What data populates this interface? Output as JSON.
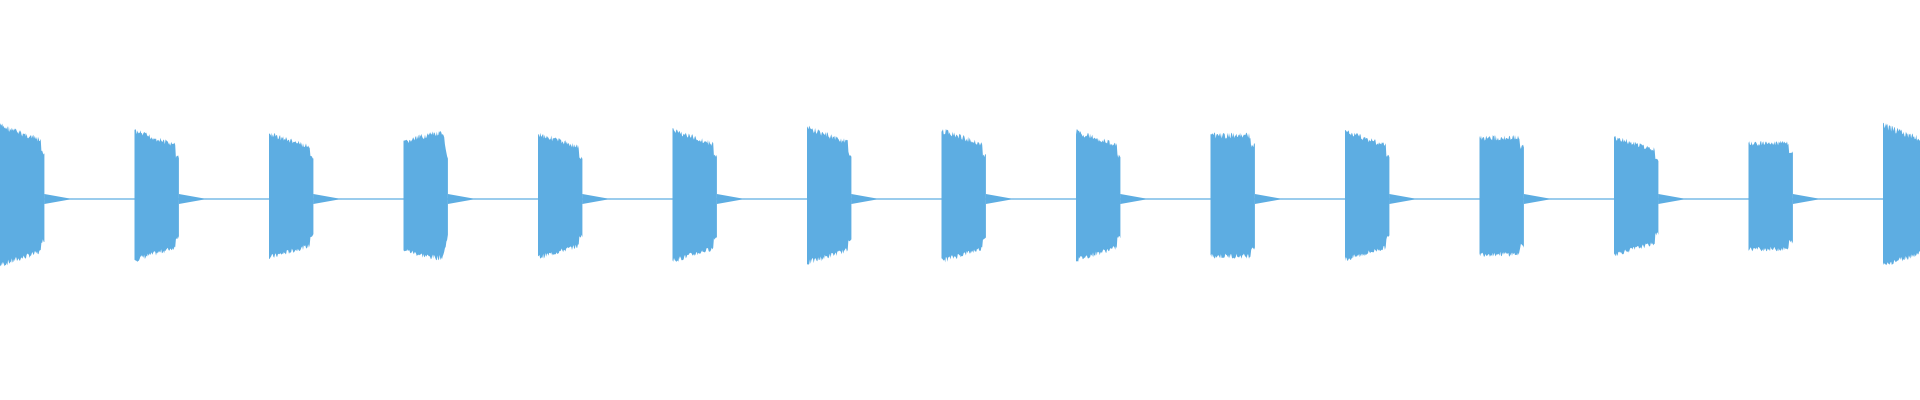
{
  "waveform": {
    "color": "#5dade2",
    "amplitude_range": [
      -1,
      1
    ],
    "pulse_count": 15,
    "pulse_period_seconds": 1.0,
    "pulse_duration_seconds": 0.33,
    "pulses": [
      {
        "index": 0,
        "peak": 0.62,
        "shape": "fade-out"
      },
      {
        "index": 1,
        "peak": 0.57,
        "shape": "fade-out"
      },
      {
        "index": 2,
        "peak": 0.55,
        "shape": "fade-out"
      },
      {
        "index": 3,
        "peak": 0.55,
        "shape": "rounded"
      },
      {
        "index": 4,
        "peak": 0.55,
        "shape": "fade-out"
      },
      {
        "index": 5,
        "peak": 0.58,
        "shape": "fade-out"
      },
      {
        "index": 6,
        "peak": 0.6,
        "shape": "fade-out"
      },
      {
        "index": 7,
        "peak": 0.58,
        "shape": "fade-out"
      },
      {
        "index": 8,
        "peak": 0.57,
        "shape": "fade-out"
      },
      {
        "index": 9,
        "peak": 0.57,
        "shape": "flat"
      },
      {
        "index": 10,
        "peak": 0.57,
        "shape": "fade-out"
      },
      {
        "index": 11,
        "peak": 0.55,
        "shape": "flat"
      },
      {
        "index": 12,
        "peak": 0.52,
        "shape": "fade-out"
      },
      {
        "index": 13,
        "peak": 0.5,
        "shape": "flat"
      },
      {
        "index": 14,
        "peak": 0.62,
        "shape": "fade-out"
      }
    ],
    "noise_floor": 0.01,
    "tail_ring": 0.04
  }
}
